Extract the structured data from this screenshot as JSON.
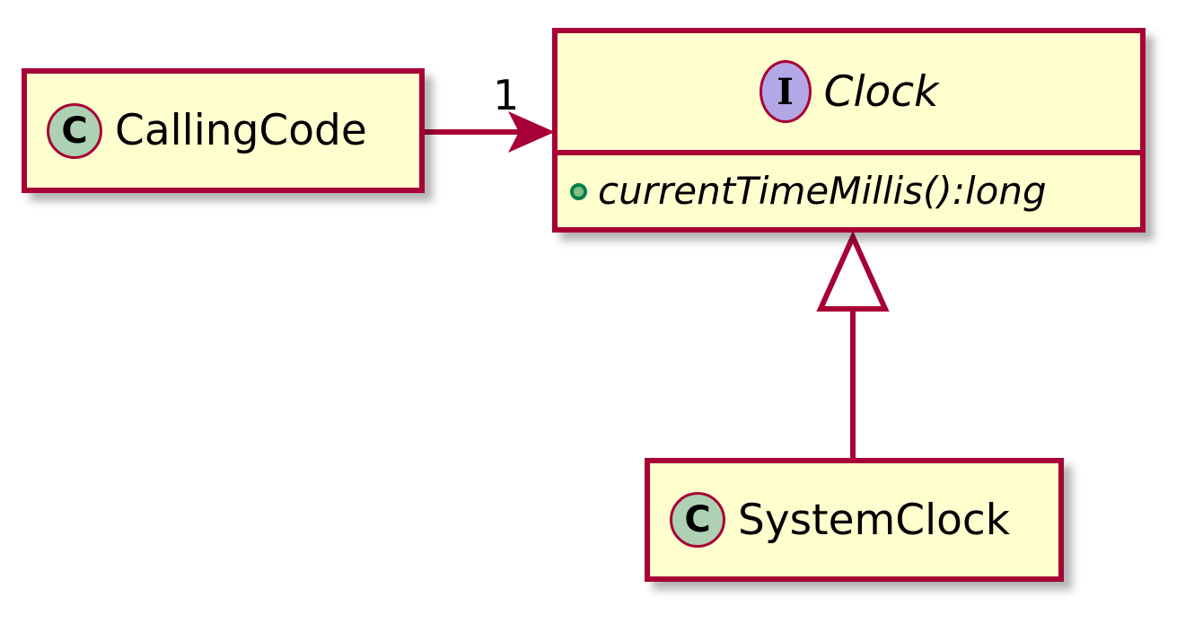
{
  "diagram": {
    "kind": "uml-class-diagram",
    "background": "#FFFFFF",
    "palette": {
      "border": "#A80036",
      "box_fill": "#FEFECE",
      "class_badge_fill": "#ADD1B2",
      "interface_badge_fill": "#B4A7E5",
      "visibility_public_fill": "#84BE84",
      "visibility_public_stroke": "#038048",
      "line": "#A80036",
      "text": "#000000"
    }
  },
  "nodes": {
    "calling_code": {
      "name": "CallingCode",
      "stereotype": "class",
      "badge_letter": "C",
      "italic": false,
      "members": []
    },
    "clock": {
      "name": "Clock",
      "stereotype": "interface",
      "badge_letter": "I",
      "italic": true,
      "members": [
        {
          "visibility": "public",
          "signature": "currentTimeMillis():long",
          "italic": true
        }
      ]
    },
    "system_clock": {
      "name": "SystemClock",
      "stereotype": "class",
      "badge_letter": "C",
      "italic": false,
      "members": []
    }
  },
  "edges": [
    {
      "id": "association",
      "type": "association",
      "from": "CallingCode",
      "to": "Clock",
      "arrowhead": "solid-open-filled",
      "target_multiplicity": "1"
    },
    {
      "id": "realization",
      "type": "realization",
      "from": "SystemClock",
      "to": "Clock",
      "arrowhead": "hollow-triangle",
      "target_multiplicity": ""
    }
  ]
}
